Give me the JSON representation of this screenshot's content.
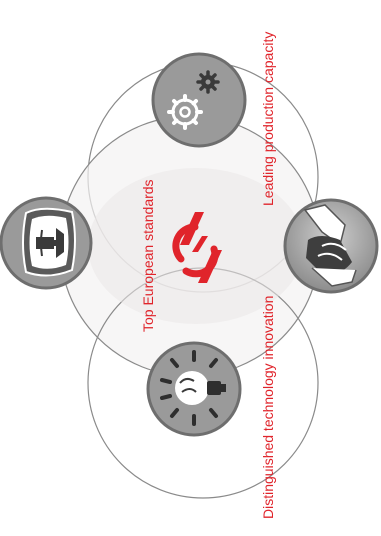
{
  "colors": {
    "accent": "#e0242b",
    "circle_outline": "#8a8a8a",
    "badge_fill": "#9a9a9a",
    "badge_ring": "#6e6e6e",
    "overlap_fill": "#f2f0f0"
  },
  "labels": {
    "top_standards": "Top European standards",
    "production": "Leading production capacity",
    "innovation": "Distinguished technology innovation"
  },
  "icons": [
    "gear-icon",
    "trophy-shield-icon",
    "handshake-icon",
    "lightbulb-icon",
    "brand-logo"
  ]
}
